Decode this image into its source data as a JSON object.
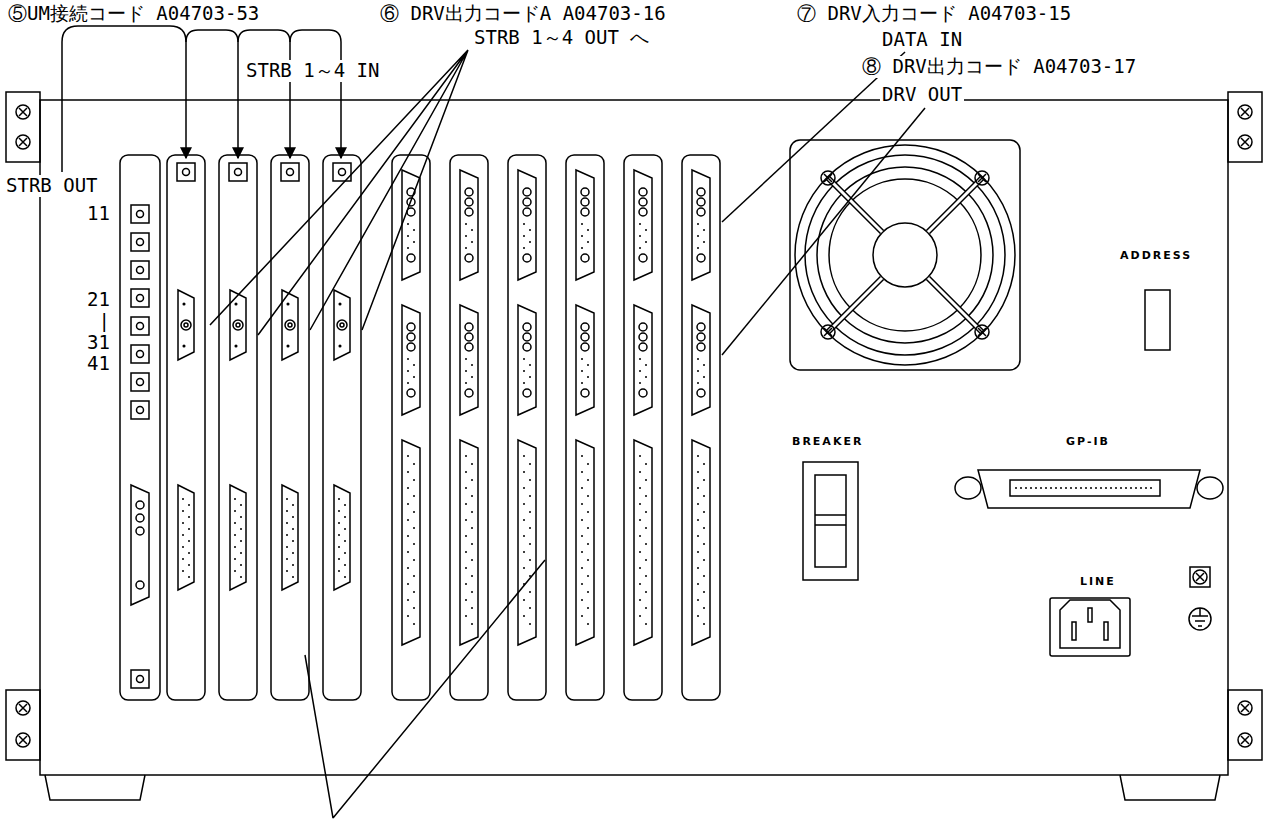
{
  "diagram": {
    "labels": [
      "⑤UM接続コード A04703-53",
      "⑥ DRV出力コードA A04703-16",
      "⑦ DRV入力コード A04703-15",
      "STRB 1～4 OUT へ",
      "DATA IN",
      "⑧ DRV出力コード A04703-17",
      "DRV OUT",
      "STRB 1～4 IN",
      "STRB OUT",
      "11",
      "21",
      "|",
      "31",
      "41",
      "ADDRESS",
      "BREAKER",
      "GP-IB",
      "LINE"
    ]
  }
}
